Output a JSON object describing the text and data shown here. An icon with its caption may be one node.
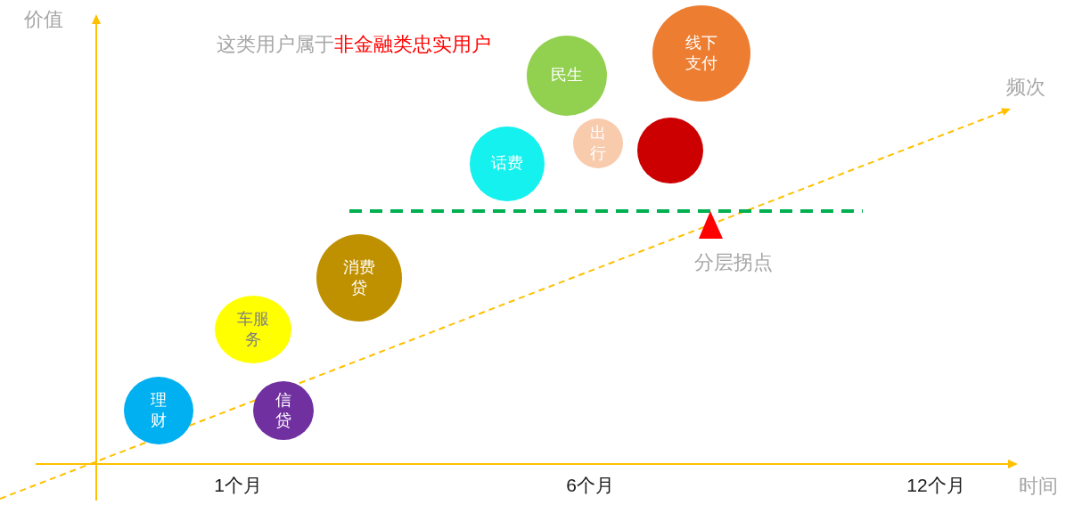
{
  "diagram": {
    "nodes": [
      {
        "text": [
          "民生"
        ]
      },
      {
        "text": [
          "线下支付"
        ]
      },
      {
        "text": [
          "话费"
        ]
      },
      {
        "text": [
          "出行"
        ]
      },
      {
        "text": [],
        "shape": "circle"
      },
      {
        "text": [
          "消费贷"
        ]
      },
      {
        "text": [
          "车服务"
        ]
      },
      {
        "text": [
          "理财"
        ]
      },
      {
        "text": [
          "信贷"
        ]
      }
    ],
    "labels": [
      "价值",
      "这类用户属于",
      "非金融类忠实用户",
      "频次",
      "分层拐点",
      "1个月",
      "6个月",
      "12个月",
      "时间"
    ]
  }
}
